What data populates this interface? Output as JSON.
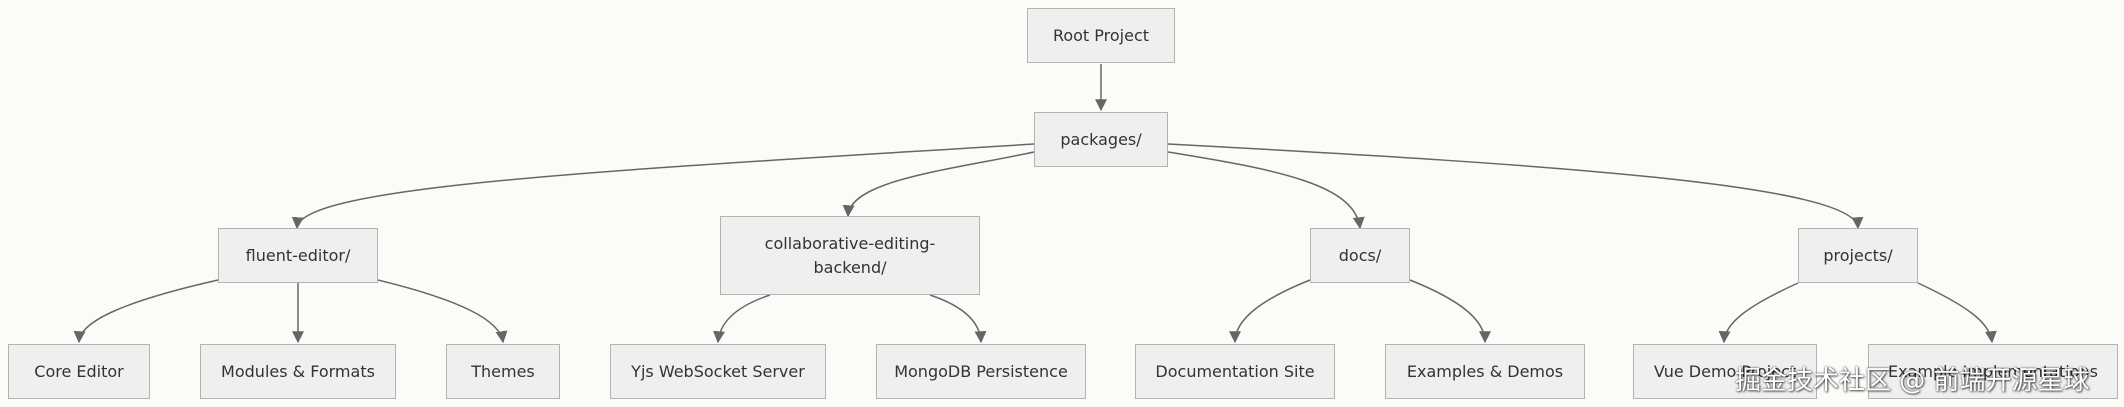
{
  "nodes": {
    "root": "Root Project",
    "packages": "packages/",
    "fluent_editor": "fluent-editor/",
    "collab_backend": "collaborative-editing-backend/",
    "docs": "docs/",
    "projects": "projects/",
    "core_editor": "Core Editor",
    "modules_formats": "Modules & Formats",
    "themes": "Themes",
    "yjs_server": "Yjs WebSocket Server",
    "mongodb": "MongoDB Persistence",
    "doc_site": "Documentation Site",
    "examples": "Examples & Demos",
    "vue_demo": "Vue Demo Project",
    "example_impl": "Example Implementations"
  },
  "watermark": "掘金技术社区 @ 前端开源星球",
  "colors": {
    "node_fill": "#efefef",
    "node_border": "#b3b3b3",
    "edge": "#666666",
    "background": "#fbfbf8"
  }
}
